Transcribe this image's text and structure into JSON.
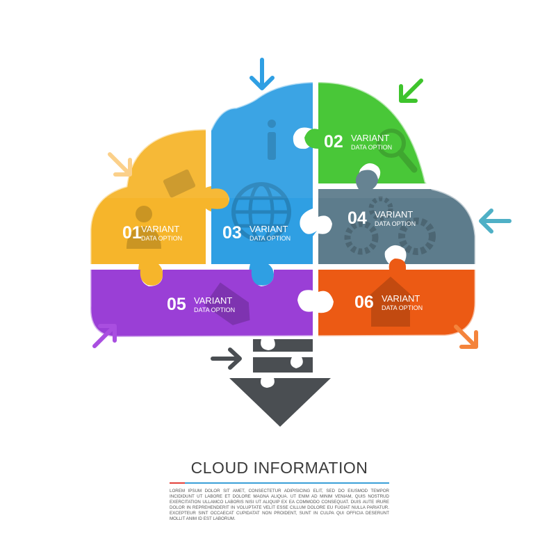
{
  "title": "CLOUD INFORMATION",
  "description": "LOREM IPSUM DOLOR SIT AMET, CONSECTETUR ADIPISICING ELIT, SED DO EIUSMOD TEMPOR INCIDIDUNT UT LABORE ET DOLORE MAGNA ALIQUA. UT ENIM AD MINIM VENIAM, QUIS NOSTRUD EXERCITATION ULLAMCO LABORIS NISI UT ALIQUIP EX EA COMMODO CONSEQUAT. DUIS AUTE IRURE DOLOR IN REPREHENDERIT IN VOLUPTATE VELIT ESSE CILLUM DOLORE EU FUGIAT NULLA PARIATUR. EXCEPTEUR SINT OCCAECAT CUPIDATAT NON PROIDENT, SUNT IN CULPA QUI OFFICIA DESERUNT MOLLIT ANIM ID EST LABORUM.",
  "pieces": [
    {
      "num": "01",
      "label": "VARIANT",
      "sub": "DATA OPTION",
      "color": "#f6b52b",
      "icon": "person-card-icon"
    },
    {
      "num": "02",
      "label": "VARIANT",
      "sub": "DATA OPTION",
      "color": "#3ec42c",
      "icon": "magnifier-icon"
    },
    {
      "num": "03",
      "label": "VARIANT",
      "sub": "DATA OPTION",
      "color": "#2f9fe3",
      "icon": "globe-info-icon"
    },
    {
      "num": "04",
      "label": "VARIANT",
      "sub": "DATA OPTION",
      "color": "#5d7c8c",
      "icon": "gears-icon"
    },
    {
      "num": "05",
      "label": "VARIANT",
      "sub": "DATA OPTION",
      "color": "#9a3fd6",
      "icon": "tag-icon"
    },
    {
      "num": "06",
      "label": "VARIANT",
      "sub": "DATA OPTION",
      "color": "#ec5a14",
      "icon": "house-icon"
    }
  ],
  "arrow_colors": {
    "top": "#2f9fe3",
    "top_right": "#3ec42c",
    "left_top": "#fbd08a",
    "right": "#4fb0c6",
    "bottom_left": "#a94ee0",
    "bottom_right": "#f4843c",
    "download": "#4a4e52"
  }
}
